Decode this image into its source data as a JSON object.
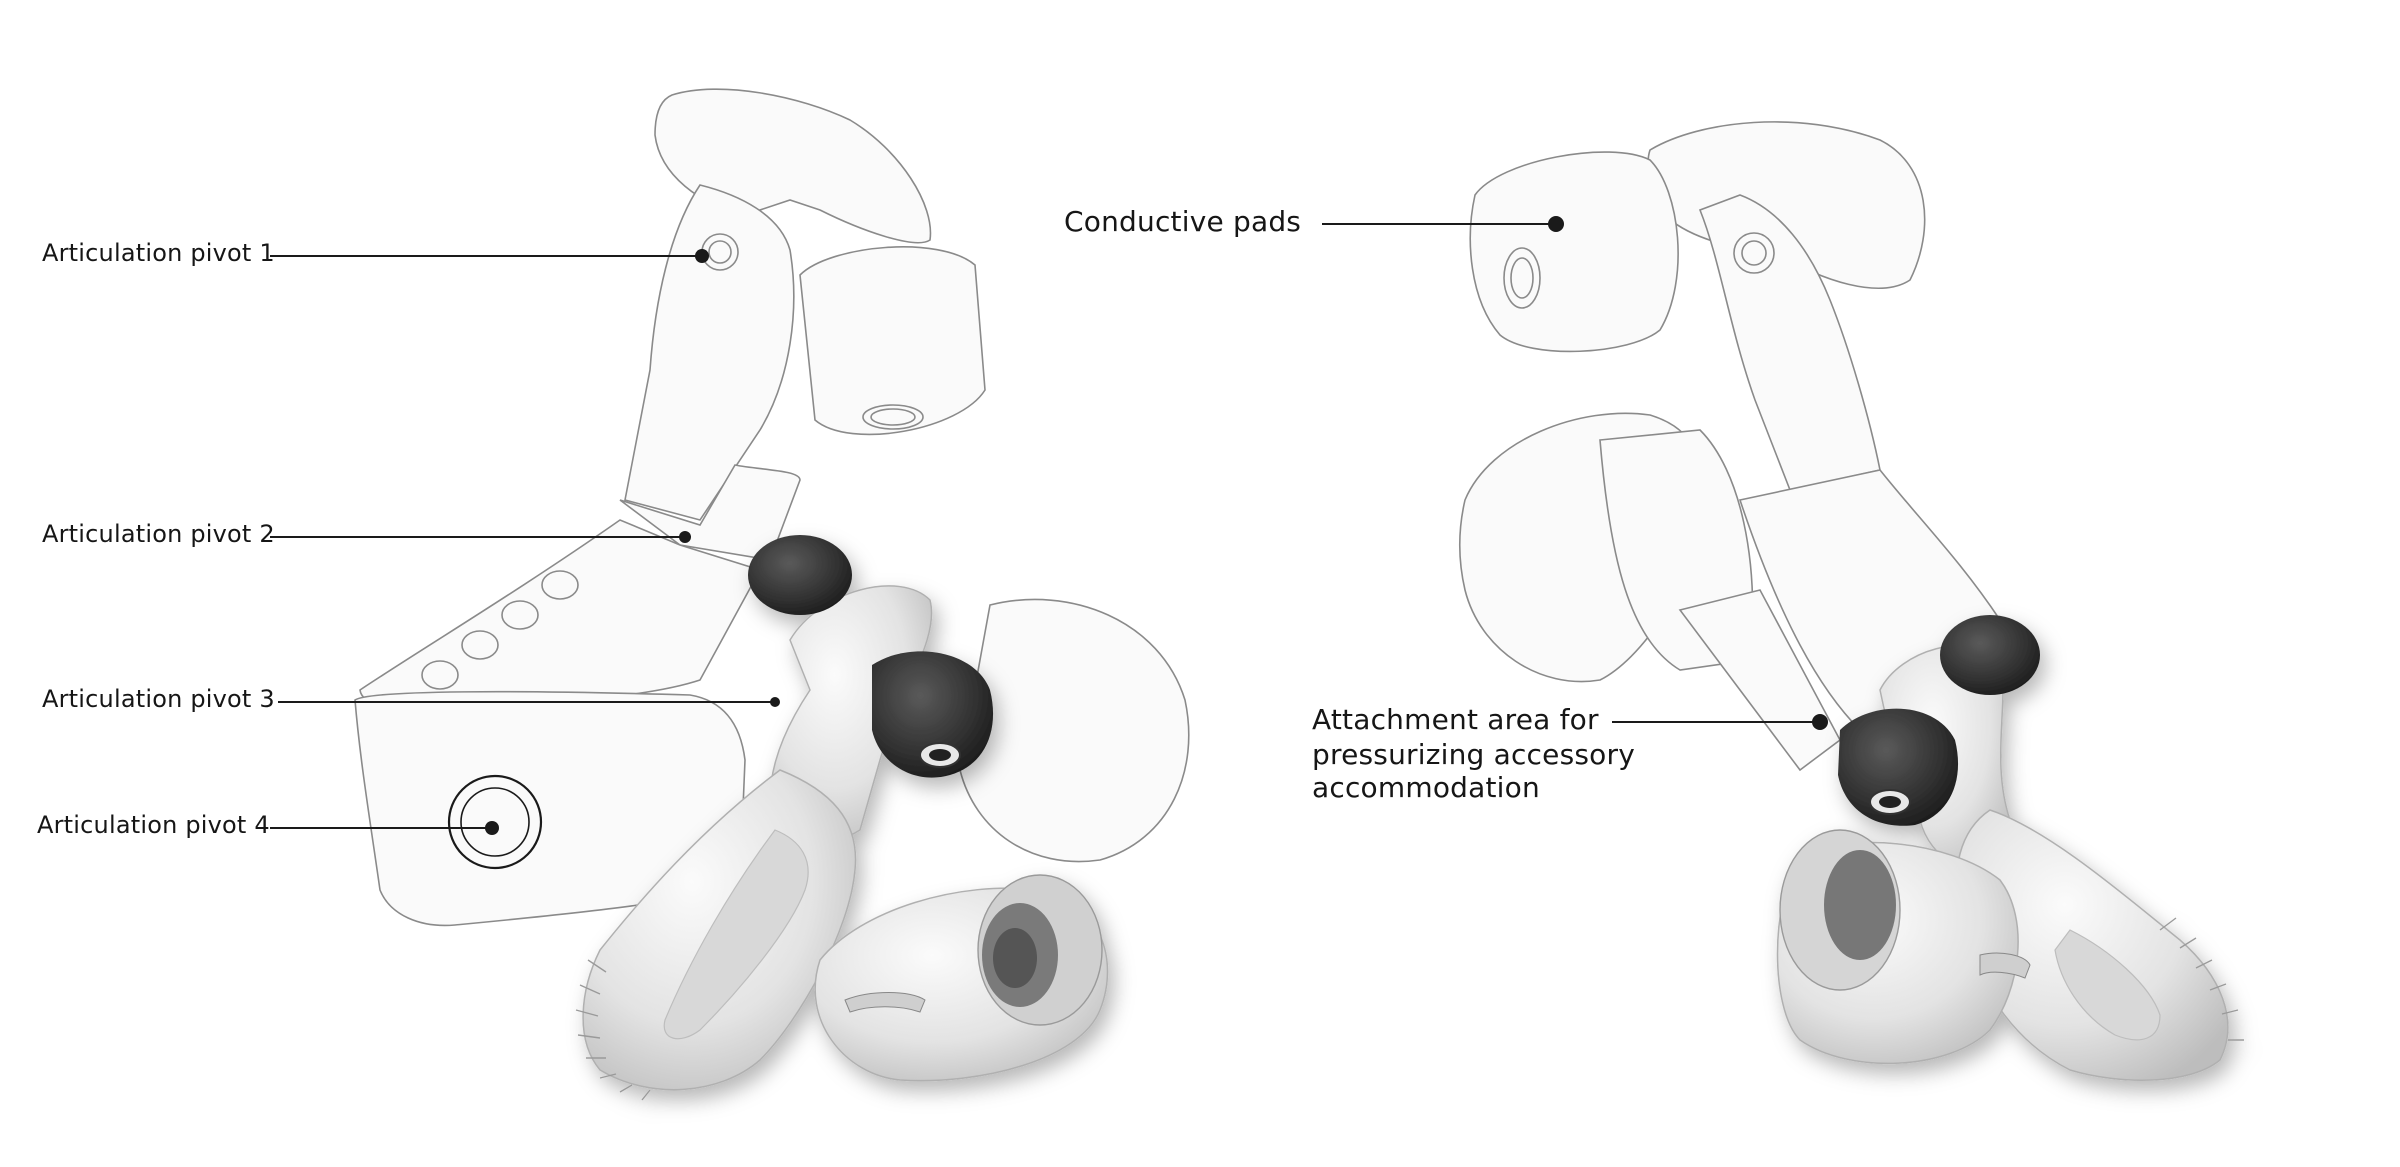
{
  "diagram": {
    "left_labels": [
      "Articulation pivot 1",
      "Articulation pivot 2",
      "Articulation pivot 3",
      "Articulation pivot 4"
    ],
    "right_labels": {
      "conductive_pads": "Conductive pads",
      "attachment_line1": "Attachment area for",
      "attachment_line2": "pressurizing accessory",
      "attachment_line3": "accommodation"
    }
  },
  "colors": {
    "line": "#1a1a1a",
    "sketch": "#8a8a8a",
    "pad": "#2b2b2b",
    "body": "#e6e6e6",
    "shade": "#c8c8c8"
  }
}
